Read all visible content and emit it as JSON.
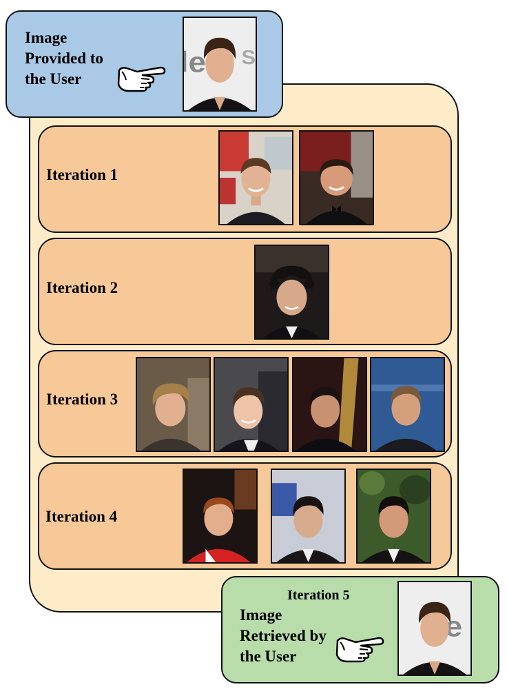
{
  "provided": {
    "label": "Image\nProvided to\nthe User",
    "photo": "target-face-photo"
  },
  "iterations": [
    {
      "label": "Iteration 1",
      "photos": [
        "smiling-man-red-backdrop",
        "smiling-man-bowtie"
      ]
    },
    {
      "label": "Iteration 2",
      "photos": [
        "curly-haired-man"
      ]
    },
    {
      "label": "Iteration 3",
      "photos": [
        "blond-man",
        "smiling-man-brown-hair",
        "man-dark-backdrop",
        "man-blue-backdrop"
      ]
    },
    {
      "label": "Iteration 4",
      "photos": [
        "red-haired-man-red-jacket",
        "dark-haired-man-blue-backdrop",
        "dark-haired-man-foliage"
      ]
    }
  ],
  "retrieved": {
    "title": "Iteration 5",
    "label": "Image\nRetrieved by\nthe User",
    "photo": "target-face-photo"
  },
  "icons": [
    "pointing-hand-icon"
  ],
  "colors": {
    "provided_box": "#a9c9e6",
    "main_panel": "#feecc8",
    "iteration_row": "#f7c898",
    "retrieved_box": "#b8dcaa"
  }
}
